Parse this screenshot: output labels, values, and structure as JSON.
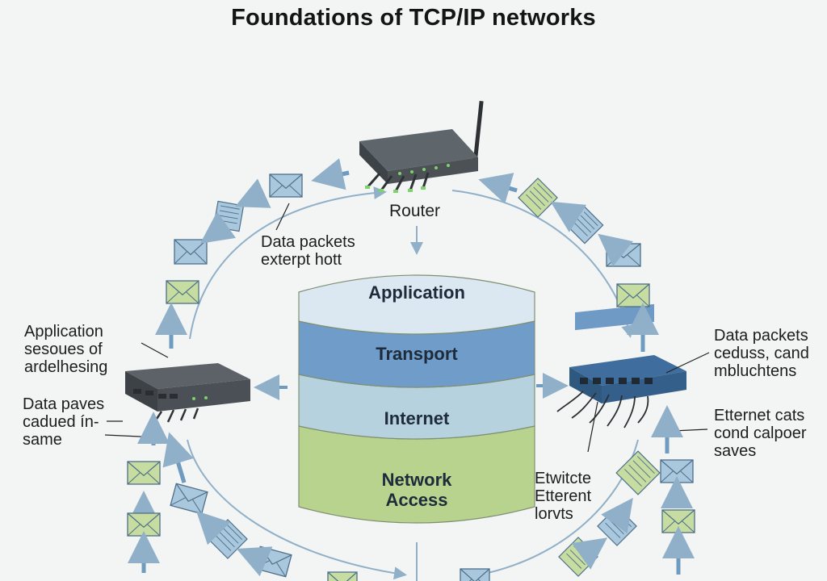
{
  "title": "Foundations of TCP/IP networks",
  "colors": {
    "background": "#f3f4f4",
    "application": "#dbe8f1",
    "transport": "#6f9cc8",
    "internet": "#b7d2df",
    "network_access": "#b8d38e",
    "arrow": "#6f9bc0",
    "envelope_blue": "#a9c8de",
    "envelope_green": "#c6dca0"
  },
  "router_label": "Router",
  "layers": [
    {
      "name": "Application"
    },
    {
      "name": "Transport"
    },
    {
      "name": "Internet"
    },
    {
      "name": "Network Access",
      "lines": [
        "Network",
        "Access"
      ]
    }
  ],
  "annotations": {
    "top": [
      "Data packets",
      "exterpt hott"
    ],
    "left_upper": [
      "Application",
      "sesoues of",
      "ardelhesing"
    ],
    "left_lower": [
      "Data paves",
      "cadued ín-",
      "same"
    ],
    "right_upper": [
      "Data packets",
      "ceduss, cand",
      "mbluchtens"
    ],
    "right_lower": [
      "Etternet cats",
      "cond calpoer",
      "saves"
    ],
    "center_bottom": [
      "Etwitcte",
      "Etterent",
      "lorvts"
    ]
  },
  "icons": [
    "router-icon",
    "left-switch-icon",
    "right-switch-icon",
    "envelope-icon",
    "document-icon"
  ]
}
